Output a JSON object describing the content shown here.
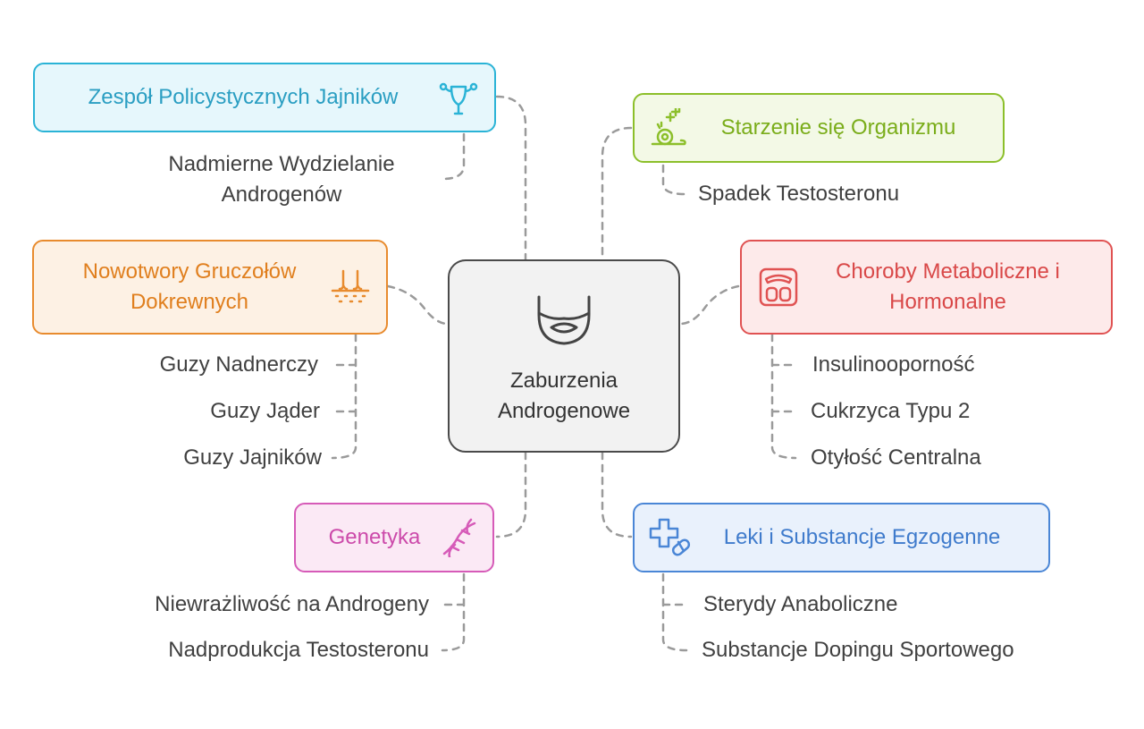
{
  "center": {
    "title": "Zaburzenia Androgenowe",
    "icon": "beard-icon"
  },
  "categories": {
    "pcos": {
      "label": "Zespół Policystycznych Jajników",
      "icon": "uterus-icon",
      "color": "#2ab3d6",
      "fill": "#e6f7fc",
      "items": [
        "Nadmierne Wydzielanie Androgenów"
      ]
    },
    "aging": {
      "label": "Starzenie się Organizmu",
      "icon": "snail-plus-icon",
      "color": "#8cbf2a",
      "fill": "#f3f9e6",
      "items": [
        "Spadek Testosteronu"
      ]
    },
    "tumors": {
      "label": "Nowotwory Gruczołów Dokrewnych",
      "icon": "hair-follicle-icon",
      "color": "#e88b2e",
      "fill": "#fdf1e4",
      "items": [
        "Guzy Nadnerczy",
        "Guzy Jąder",
        "Guzy Jajników"
      ]
    },
    "metabolic": {
      "label": "Choroby Metaboliczne i Hormonalne",
      "icon": "scale-icon",
      "color": "#e05252",
      "fill": "#fdeaea",
      "items": [
        "Insulinooporność",
        "Cukrzyca Typu 2",
        "Otyłość Centralna"
      ]
    },
    "genetics": {
      "label": "Genetyka",
      "icon": "dna-icon",
      "color": "#d65bb8",
      "fill": "#fbe9f5",
      "items": [
        "Niewrażliwość na Androgeny",
        "Nadprodukcja Testosteronu"
      ]
    },
    "drugs": {
      "label": "Leki i Substancje Egzogenne",
      "icon": "medicine-icon",
      "color": "#4a86d6",
      "fill": "#e9f1fc",
      "items": [
        "Sterydy Anaboliczne",
        "Substancje Dopingu Sportowego"
      ]
    }
  }
}
